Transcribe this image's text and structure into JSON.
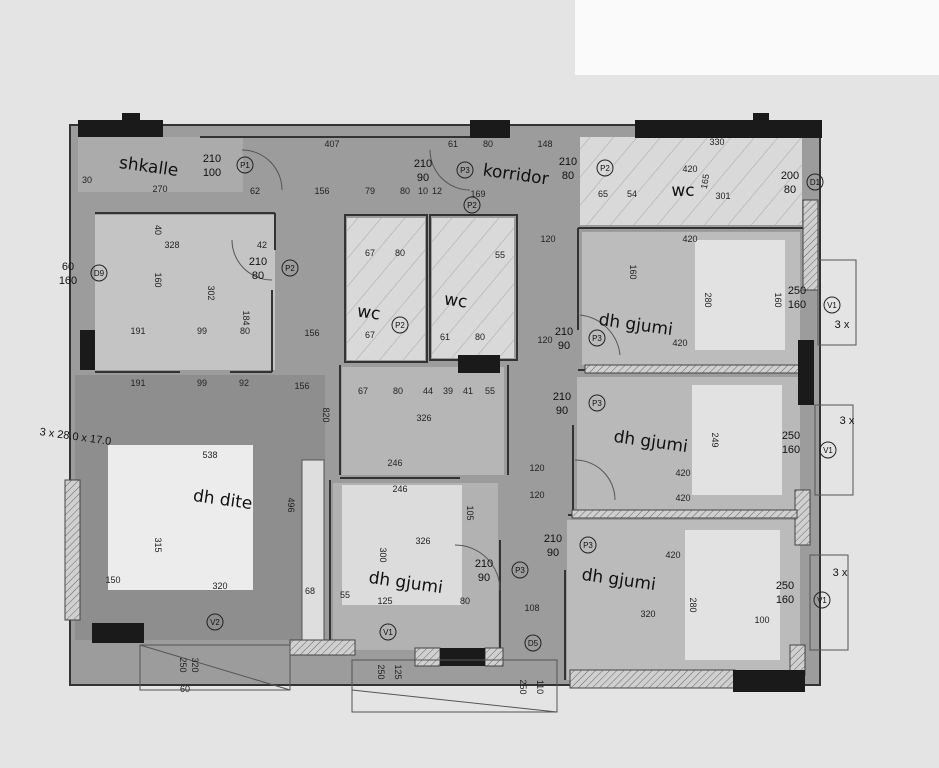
{
  "plan": {
    "rooms": [
      {
        "label": "shkalle"
      },
      {
        "label": "korridor"
      },
      {
        "label": "wc"
      },
      {
        "label": "wc"
      },
      {
        "label": "wc"
      },
      {
        "label": "dh gjumi"
      },
      {
        "label": "dh gjumi"
      },
      {
        "label": "dh dite"
      },
      {
        "label": "dh gjumi"
      },
      {
        "label": "dh gjumi"
      }
    ],
    "door_tags": [
      {
        "tag": "P1",
        "note": [
          "210",
          "100"
        ]
      },
      {
        "tag": "P3",
        "note": [
          "210",
          "90"
        ]
      },
      {
        "tag": "P2",
        "note": [
          "210",
          "80"
        ]
      },
      {
        "tag": "P2",
        "note": []
      },
      {
        "tag": "P2",
        "note": [
          "210",
          "80"
        ]
      },
      {
        "tag": "P2",
        "note": []
      },
      {
        "tag": "P3",
        "note": [
          "210",
          "90"
        ]
      },
      {
        "tag": "P3",
        "note": [
          "210",
          "90"
        ]
      },
      {
        "tag": "P3",
        "note": [
          "210",
          "90"
        ]
      },
      {
        "tag": "P3",
        "note": [
          "210",
          "90"
        ]
      },
      {
        "tag": "D1",
        "note": [
          "200",
          "80"
        ]
      },
      {
        "tag": "D9",
        "note": [
          "60",
          "160"
        ]
      },
      {
        "tag": "V1",
        "note": [
          "250",
          "160"
        ]
      },
      {
        "tag": "V1",
        "note": [
          "250",
          "160"
        ]
      },
      {
        "tag": "V1",
        "note": [
          "250",
          "160"
        ]
      },
      {
        "tag": "V2",
        "note": []
      },
      {
        "tag": "V1",
        "note": []
      },
      {
        "tag": "D5",
        "note": []
      }
    ],
    "window_counts": [
      "3 x",
      "3 x",
      "3 x"
    ],
    "skylight_note": "3 x 28.0 x 17.0",
    "dimensions": [
      "407",
      "61",
      "80",
      "148",
      "330",
      "270",
      "30",
      "62",
      "156",
      "79",
      "80",
      "10",
      "12",
      "169",
      "65",
      "54",
      "301",
      "420",
      "165",
      "40",
      "328",
      "42",
      "120",
      "420",
      "67",
      "80",
      "55",
      "160",
      "280",
      "160",
      "302",
      "160",
      "184",
      "191",
      "99",
      "80",
      "156",
      "67",
      "61",
      "80",
      "120",
      "420",
      "191",
      "99",
      "92",
      "156",
      "67",
      "80",
      "44",
      "39",
      "41",
      "55",
      "326",
      "246",
      "246",
      "538",
      "820",
      "496",
      "315",
      "120",
      "420",
      "120",
      "420",
      "420",
      "150",
      "320",
      "68",
      "55",
      "125",
      "80",
      "108",
      "320",
      "100",
      "326",
      "300",
      "249",
      "280",
      "105",
      "250",
      "320",
      "60",
      "250",
      "125",
      "110",
      "250"
    ]
  }
}
